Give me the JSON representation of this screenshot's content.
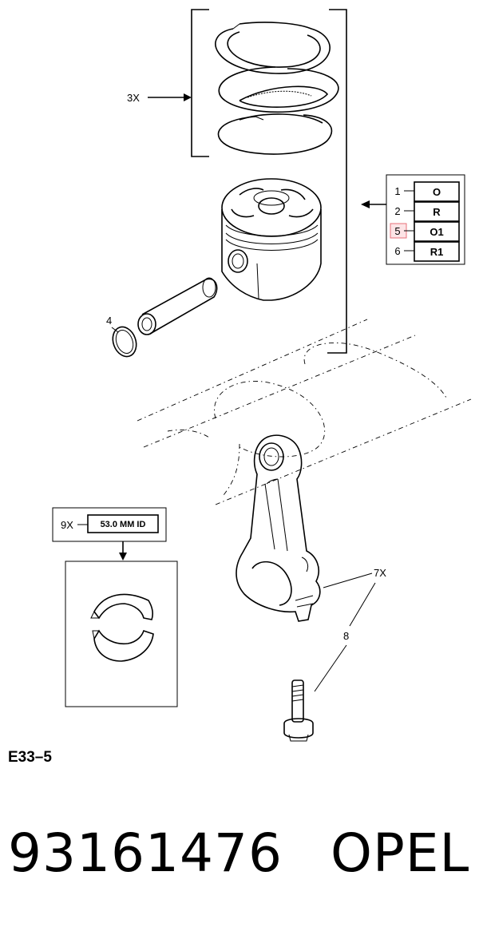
{
  "callouts": {
    "rings_qty": "3X",
    "pin_clip": "4",
    "bearing_qty": "9X",
    "bearing_spec": "53.0 MM ID",
    "rod_qty": "7X",
    "bolt": "8"
  },
  "ring_table": [
    {
      "index": "1",
      "code": "O",
      "highlighted": false
    },
    {
      "index": "2",
      "code": "R",
      "highlighted": false
    },
    {
      "index": "5",
      "code": "O1",
      "highlighted": true
    },
    {
      "index": "6",
      "code": "R1",
      "highlighted": false
    }
  ],
  "highlight_color": "#e8707a",
  "figure_code": "E33–5",
  "footer": {
    "part_number": "93161476",
    "brand": "OPEL"
  }
}
